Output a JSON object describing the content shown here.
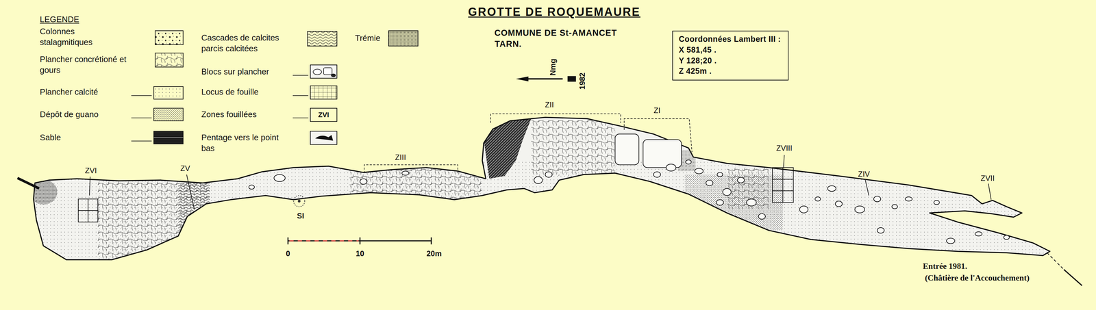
{
  "diagram": {
    "title": "GROTTE DE ROQUEMAURE",
    "nodes": [
      {
        "text": [
          "Coordonnées Lambert III :",
          "X 581,45 .",
          "Y 128;20 .",
          "Z 425m ."
        ]
      }
    ],
    "labels": [
      "LEGENDE",
      "COMMUNE DE St-AMANCET",
      "TARN.",
      "Nmg",
      "1982",
      "ZVI",
      "ZVI",
      "ZV",
      "ZIII",
      "SI",
      "ZII",
      "ZI",
      "ZVIII",
      "ZIV",
      "ZVII",
      "0",
      "10",
      "20m",
      "Entrée 1981.",
      "(Châtière de l'Accouchement)"
    ],
    "legend": [
      {
        "text": "Colonnes stalagmitiques"
      },
      {
        "text": "Plancher concrétioné et gours"
      },
      {
        "text": "Plancher calcité"
      },
      {
        "text": "Dépôt de guano"
      },
      {
        "text": "Sable",
        "color": "#1e1e1e"
      },
      {
        "text": "Cascades de calcites parcis calcitées"
      },
      {
        "text": "Blocs sur plancher"
      },
      {
        "text": "Locus de fouille"
      },
      {
        "text": "Zones fouillées"
      },
      {
        "text": "Pentage vers le point bas"
      },
      {
        "text": "Trémie"
      }
    ]
  }
}
